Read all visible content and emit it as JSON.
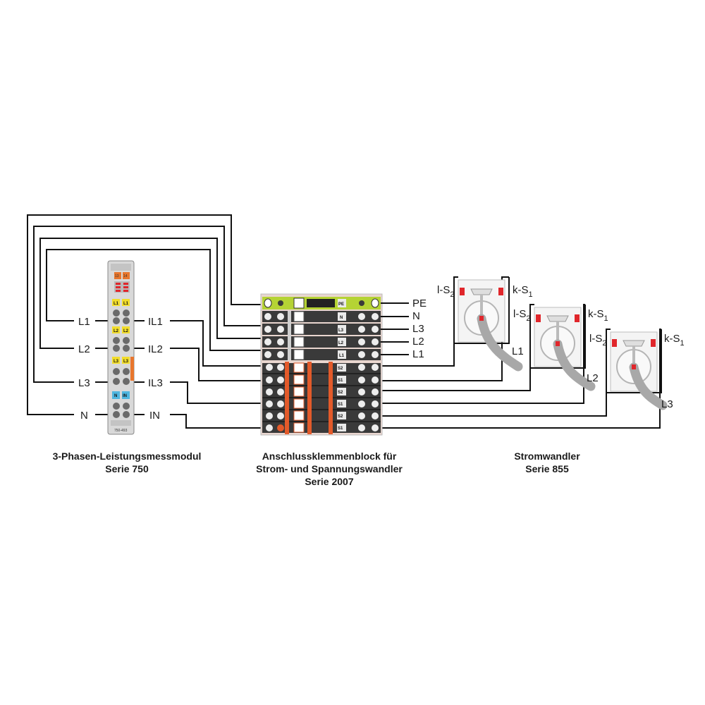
{
  "module": {
    "top_labels": [
      "13",
      "14"
    ],
    "channels": [
      {
        "left": "L1",
        "right": "IL1"
      },
      {
        "left": "L2",
        "right": "IL2"
      },
      {
        "left": "L3",
        "right": "IL3"
      },
      {
        "left": "N",
        "right": "IN"
      }
    ],
    "terminal_marks": [
      "L1",
      "L1",
      "L2",
      "L2",
      "L3",
      "L3",
      "N",
      "IN"
    ],
    "part_number": "750-493",
    "caption_line1": "3-Phasen-Leistungsmessmodul",
    "caption_line2": "Serie 750",
    "colors": {
      "yellow": "#f2dd2b",
      "blue": "#4fb6e0",
      "orange": "#e8762d",
      "body": "#d9d9d9"
    }
  },
  "terminal_block": {
    "voltage_labels": [
      "PE",
      "N",
      "L3",
      "L2",
      "L1"
    ],
    "voltage_marks": [
      "PE",
      "N",
      "L3",
      "L2",
      "L1"
    ],
    "current_marks": [
      "S2",
      "S1",
      "S2",
      "S1",
      "S2",
      "S1"
    ],
    "caption_line1": "Anschlussklemmenblock für",
    "caption_line2": "Strom- und Spannungswandler",
    "caption_line3": "Serie 2007",
    "colors": {
      "pe_green": "#b5d334",
      "bar_orange": "#e35a2a",
      "body_dark": "#3a3a3a"
    }
  },
  "transformers": {
    "units": [
      {
        "primary": "L1",
        "s2": "l-S",
        "s2_sub": "2",
        "s1": "k-S",
        "s1_sub": "1"
      },
      {
        "primary": "L2",
        "s2": "l-S",
        "s2_sub": "2",
        "s1": "k-S",
        "s1_sub": "1"
      },
      {
        "primary": "L3",
        "s2": "l-S",
        "s2_sub": "2",
        "s1": "k-S",
        "s1_sub": "1"
      }
    ],
    "caption_line1": "Stromwandler",
    "caption_line2": "Serie 855",
    "colors": {
      "marker_red": "#e0262b",
      "body": "#f4f4f4",
      "cable": "#a8a8a8"
    }
  }
}
